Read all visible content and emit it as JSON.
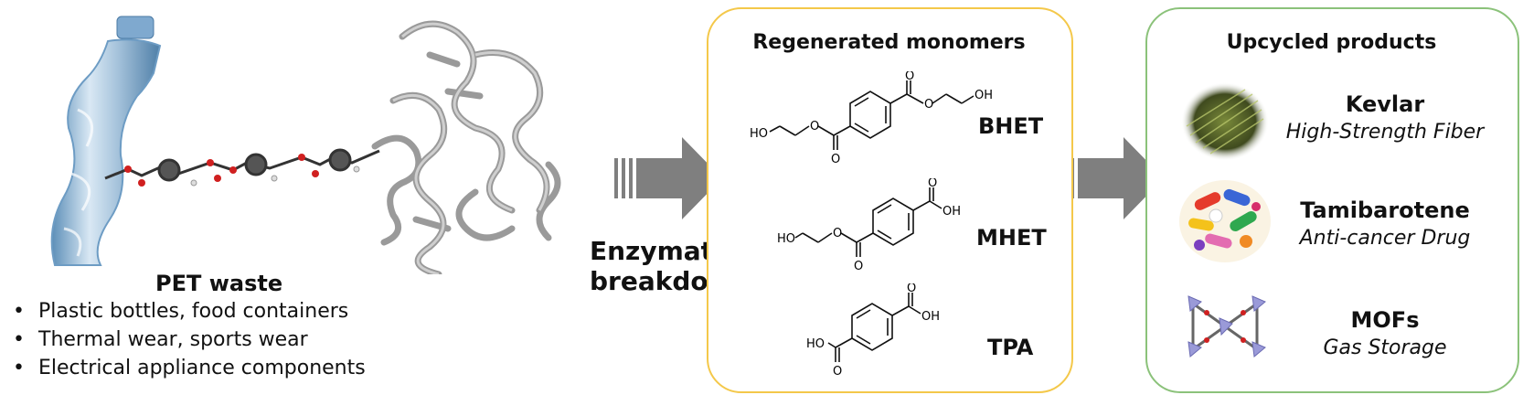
{
  "pet": {
    "title": "PET waste",
    "uses": [
      "Plastic bottles, food containers",
      "Thermal wear, sports wear",
      "Electrical appliance components"
    ]
  },
  "process": {
    "line1": "Enzymatic",
    "line2": "breakdown"
  },
  "monomers": {
    "title": "Regenerated monomers",
    "items": [
      {
        "name": "BHET",
        "left_label": "HO",
        "right_label": "OH"
      },
      {
        "name": "MHET",
        "left_label": "HO",
        "right_label": "OH"
      },
      {
        "name": "TPA",
        "left_label": "HO",
        "right_label": "OH"
      }
    ],
    "atom_o": "O"
  },
  "products": {
    "title": "Upcycled products",
    "items": [
      {
        "name": "Kevlar",
        "desc": "High-Strength Fiber"
      },
      {
        "name": "Tamibarotene",
        "desc": "Anti-cancer Drug"
      },
      {
        "name": "MOFs",
        "desc": "Gas Storage"
      }
    ]
  },
  "colors": {
    "monomer_border": "#f4c84a",
    "product_border": "#8bc27a",
    "arrow": "#7f7f7f"
  }
}
